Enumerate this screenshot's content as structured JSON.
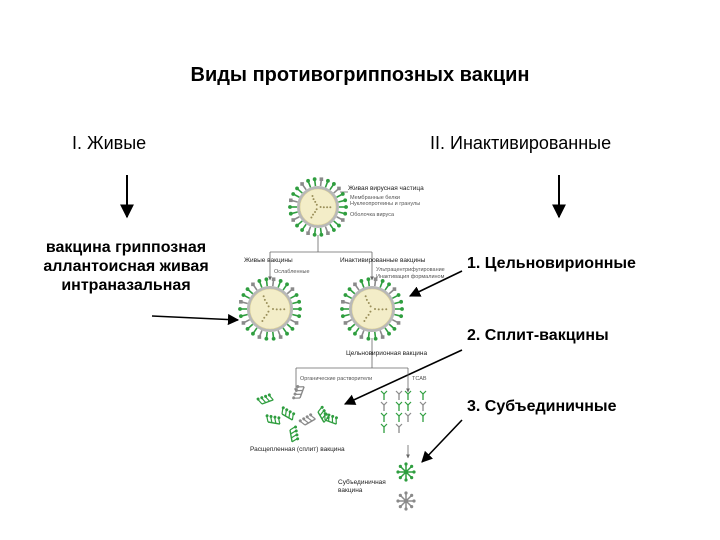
{
  "title": "Виды противогриппозных вакцин",
  "live": {
    "heading": "I. Живые",
    "description": "вакцина гриппозная аллантоисная живая интраназальная"
  },
  "inactivated": {
    "heading": "II. Инактивированные",
    "items": [
      "1. Цельновирионные",
      "2. Сплит-вакцины",
      "3. Субъединичные"
    ]
  },
  "figure": {
    "label_virus": "Живая вирусная частица",
    "label_virus_note1": "Мембранные белки",
    "label_virus_note2": "Нуклеопротеины и гранулы",
    "label_envelope": "Оболочка вируса",
    "label_live_vaccine": "Живые вакцины",
    "label_inactivated": "Инактивированные вакцины",
    "label_attenuated": "Ослабленные",
    "label_inact_note1": "Ультрацентрифугирование",
    "label_inact_note2": "Инактивация формалином",
    "label_whole": "Цельновирионная вакцина",
    "label_solvent": "Органические растворители",
    "label_tcab": "ТСАВ",
    "label_split": "Расщепленная (сплит) вакцина",
    "label_subunit1": "Субъединичная",
    "label_subunit2": "вакцина",
    "colors": {
      "spike_green": "#2f9e3f",
      "core": "#f3edc8",
      "envelope": "#b8b8b8",
      "grey": "#8a8a8a"
    }
  }
}
